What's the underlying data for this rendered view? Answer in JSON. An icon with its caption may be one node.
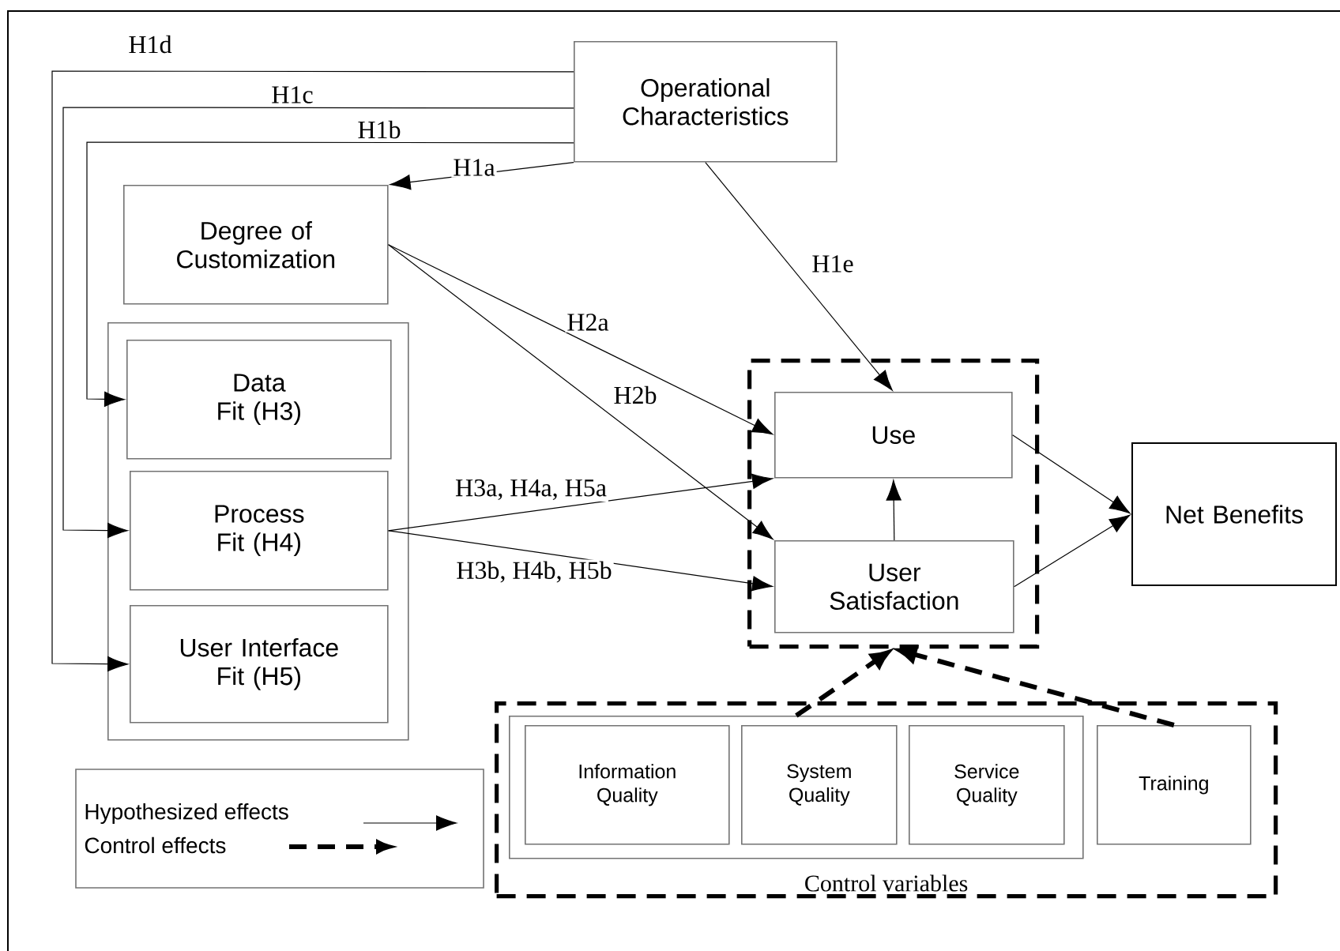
{
  "diagram": {
    "nodes": [
      {
        "text": [
          "Operational Characteristics"
        ]
      },
      {
        "text": [
          "Degree of Customization"
        ]
      },
      {
        "text": [],
        "shape": "box"
      },
      {
        "text": [
          "Data Fit (H3)"
        ],
        "in": 2
      },
      {
        "text": [
          "Process Fit (H4)"
        ],
        "in": 2
      },
      {
        "text": [
          "User Interface Fit (H5)"
        ],
        "in": 2
      },
      {
        "text": [],
        "shape": "box"
      },
      {
        "text": [
          "Use"
        ],
        "in": 6
      },
      {
        "text": [
          "User Satisfaction"
        ],
        "in": 6
      },
      {
        "text": [
          "Net Benefits"
        ]
      },
      {
        "text": [
          "Control variables"
        ]
      },
      {
        "text": [],
        "shape": "box",
        "in": 10
      },
      {
        "text": [
          "Information Quality"
        ],
        "in": 11
      },
      {
        "text": [
          "System Quality"
        ],
        "in": 11
      },
      {
        "text": [
          "Service Quality"
        ],
        "in": 11
      },
      {
        "text": [
          "Training"
        ],
        "in": 10
      }
    ],
    "edges": [
      {
        "from": 0,
        "to": 1,
        "arrow": "to",
        "label": "H1a"
      },
      {
        "from": 0,
        "to": 3,
        "arrow": "to",
        "label": "H1b"
      },
      {
        "from": 0,
        "to": 4,
        "arrow": "to",
        "label": "H1c"
      },
      {
        "from": 0,
        "to": 5,
        "arrow": "to",
        "label": "H1d"
      },
      {
        "from": 0,
        "to": 7,
        "arrow": "to",
        "label": "H1e"
      },
      {
        "from": 1,
        "to": 7,
        "arrow": "to",
        "label": "H2a"
      },
      {
        "from": 1,
        "to": 8,
        "arrow": "to",
        "label": "H2b"
      },
      {
        "from": 4,
        "to": 7,
        "arrow": "to",
        "label": "H3a, H4a, H5a"
      },
      {
        "from": 4,
        "to": 8,
        "arrow": "to",
        "label": "H3b, H4b, H5b"
      },
      {
        "from": 8,
        "to": 7,
        "arrow": "to"
      },
      {
        "from": 7,
        "to": 9,
        "arrow": "to"
      },
      {
        "from": 8,
        "to": 9,
        "arrow": "to"
      },
      {
        "from": 11,
        "to": 6,
        "arrow": "to",
        "style": "dashed"
      },
      {
        "from": 15,
        "to": 6,
        "arrow": "to",
        "style": "dashed"
      }
    ],
    "legend": [
      {
        "text": "Hypothesized effects"
      },
      {
        "text": "Control effects"
      }
    ]
  }
}
